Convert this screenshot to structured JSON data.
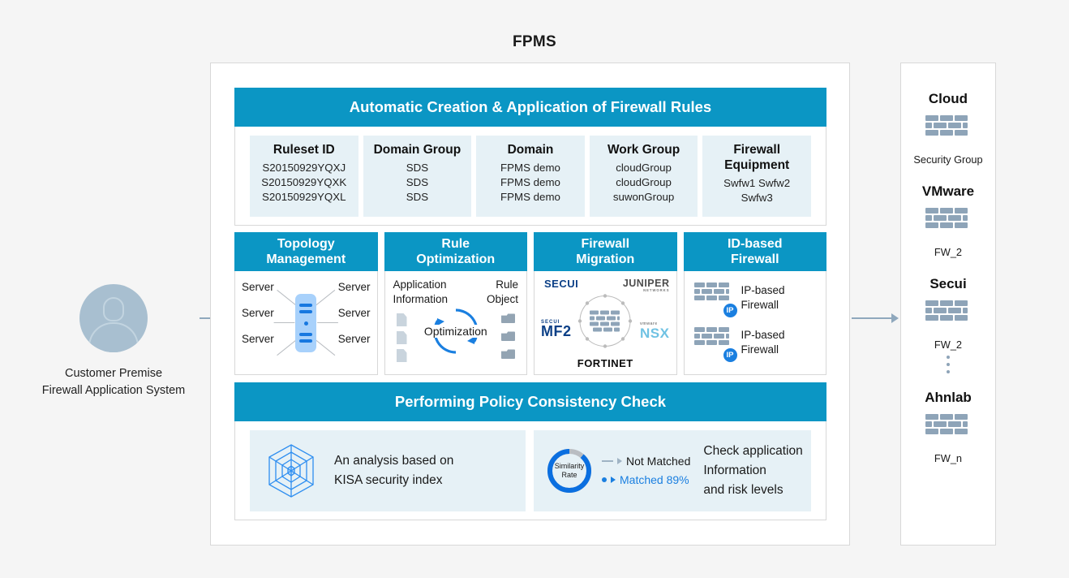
{
  "app": {
    "title": "FPMS"
  },
  "actor": {
    "icon": "user-avatar-icon",
    "caption_line1": "Customer Premise",
    "caption_line2": "Firewall Application System"
  },
  "arrows": {
    "left_icon": "arrow-right-icon",
    "right_icon": "arrow-right-icon"
  },
  "auto_rules": {
    "header": "Automatic Creation & Application of Firewall Rules",
    "columns": [
      {
        "title": "Ruleset ID",
        "items": [
          "S20150929YQXJ",
          "S20150929YQXK",
          "S20150929YQXL"
        ]
      },
      {
        "title": "Domain Group",
        "items": [
          "SDS",
          "SDS",
          "SDS"
        ]
      },
      {
        "title": "Domain",
        "items": [
          "FPMS demo",
          "FPMS demo",
          "FPMS demo"
        ]
      },
      {
        "title": "Work Group",
        "items": [
          "cloudGroup",
          "cloudGroup",
          "suwonGroup"
        ]
      },
      {
        "title": "Firewall Equipment",
        "items": [
          "Swfw1 Swfw2",
          "Swfw3"
        ]
      }
    ]
  },
  "panels": [
    {
      "header_line1": "Topology",
      "header_line2": "Management",
      "server_labels": [
        "Server",
        "Server",
        "Server",
        "Server",
        "Server",
        "Server"
      ],
      "center_icon": "server-rack-icon"
    },
    {
      "header_line1": "Rule",
      "header_line2": "Optimization",
      "left_label_line1": "Application",
      "left_label_line2": "Information",
      "right_label_line1": "Rule",
      "right_label_line2": "Object",
      "center_label": "Optimization",
      "left_icon": "document-icon",
      "right_icon": "folder-icon",
      "cycle_icon": "refresh-cycle-icon"
    },
    {
      "header_line1": "Firewall",
      "header_line2": "Migration",
      "center_icon": "firewall-brick-icon",
      "vendors": [
        {
          "name": "SECUI"
        },
        {
          "name": "JUNIPER",
          "sub": "NETWORKS"
        },
        {
          "name": "MF2",
          "sup": "SECUI"
        },
        {
          "name": "NSX",
          "sup": "vmware"
        },
        {
          "name": "FORTINET"
        }
      ]
    },
    {
      "header_line1": "ID-based",
      "header_line2": "Firewall",
      "rows": [
        {
          "icon": "firewall-ip-icon",
          "badge": "IP",
          "line1": "IP-based",
          "line2": "Firewall"
        },
        {
          "icon": "firewall-ip-icon",
          "badge": "IP",
          "line1": "IP-based",
          "line2": "Firewall"
        }
      ]
    }
  ],
  "policy_check": {
    "header": "Performing Policy Consistency Check",
    "left": {
      "icon": "radar-hexagon-icon",
      "text_line1": "An analysis based on",
      "text_line2": "KISA security index"
    },
    "right": {
      "donut_center_line1": "Similarity",
      "donut_center_line2": "Rate",
      "legend": [
        {
          "label": "Not Matched",
          "color": "#9fb3c4"
        },
        {
          "label": "Matched 89%",
          "color": "#1a7fe0"
        }
      ],
      "matched_percent": 89,
      "text_line1": "Check application",
      "text_line2": "Information",
      "text_line3": "and risk levels"
    }
  },
  "right_panel": {
    "items": [
      {
        "title": "Cloud",
        "icon": "firewall-brick-icon",
        "sub": "Security Group"
      },
      {
        "title": "VMware",
        "icon": "firewall-brick-icon",
        "sub": "FW_2"
      },
      {
        "title": "Secui",
        "icon": "firewall-brick-icon",
        "sub": "FW_2"
      },
      {
        "title": "Ahnlab",
        "icon": "firewall-brick-icon",
        "sub": "FW_n"
      }
    ],
    "ellipsis_icon": "vertical-dots-icon"
  },
  "colors": {
    "accent": "#0b96c4",
    "card_bg": "#e6f1f6",
    "brick": "#8ea4b8",
    "blue": "#1a7fe0",
    "grey_line": "#9fb3c4"
  }
}
